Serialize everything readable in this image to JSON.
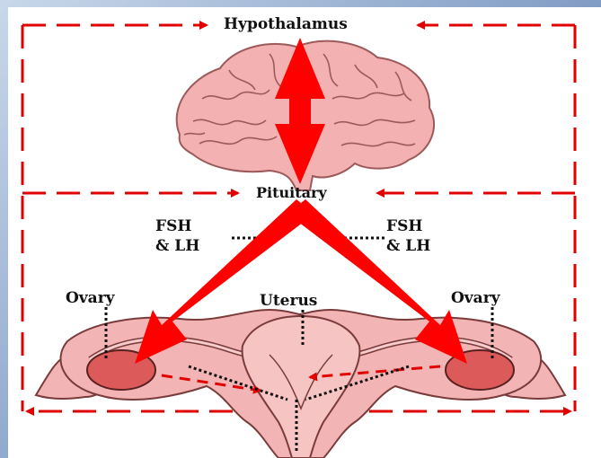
{
  "labels": {
    "hypothalamus": "Hypothalamus",
    "pituitary": "Pituitary",
    "fsh_left_line1": "FSH",
    "fsh_left_line2": "& LH",
    "fsh_right_line1": "FSH",
    "fsh_right_line2": "& LH",
    "ovary_left": "Ovary",
    "uterus": "Uterus",
    "ovary_right": "Ovary"
  },
  "colors": {
    "arrow": "#ff0000",
    "dashed_loop": "#e00000",
    "tissue": "#f2b4b4",
    "tissue_dark": "#c96d6d",
    "ovary": "#dd5a5a",
    "brain": "#f3b1b1",
    "brain_line": "#9c5a5a"
  }
}
